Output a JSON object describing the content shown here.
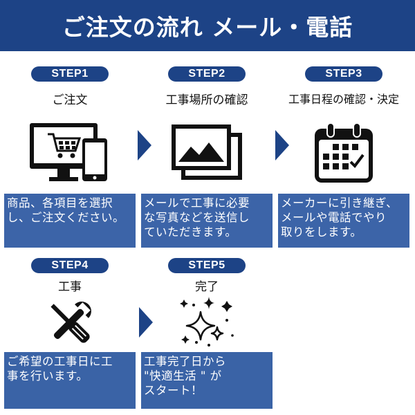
{
  "header": {
    "title": "ご注文の流れ メール・電話"
  },
  "steps": [
    {
      "badge": "STEP1",
      "label": "ご注文",
      "icon": "shopping-cart-computer-icon",
      "desc": "商品、各項目を選択\nし、ご注文ください。"
    },
    {
      "badge": "STEP2",
      "label": "工事場所の確認",
      "icon": "photo-gallery-icon",
      "desc": "メールで工事に必要\nな写真などを送信し\nていただきます。"
    },
    {
      "badge": "STEP3",
      "label": "工事日程の確認・決定",
      "icon": "calendar-check-icon",
      "desc": "メーカーに引き継ぎ、\nメールや電話でやり\n取りをします。"
    },
    {
      "badge": "STEP4",
      "label": "工事",
      "icon": "wrench-screwdriver-icon",
      "desc": "ご希望の工事日に工\n事を行います。"
    },
    {
      "badge": "STEP5",
      "label": "完了",
      "icon": "sparkle-icon",
      "desc": " 工事完了日から\n\"快適生活 \" が\nスタート！"
    }
  ],
  "colors": {
    "primary": "#1d4386",
    "desc_bg": "#3c64a8"
  }
}
